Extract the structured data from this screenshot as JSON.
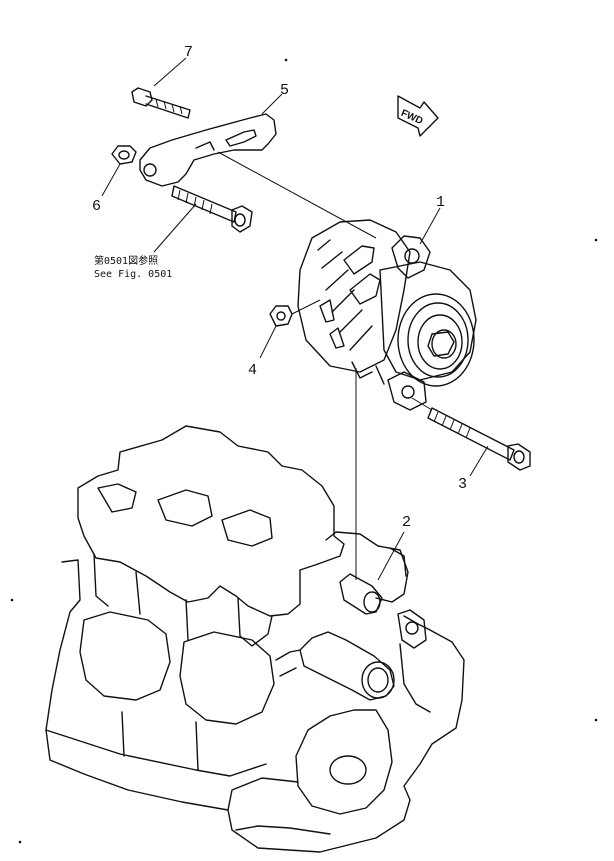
{
  "callouts": {
    "c1": "1",
    "c2": "2",
    "c3": "3",
    "c4": "4",
    "c5": "5",
    "c6": "6",
    "c7": "7"
  },
  "reference_note": {
    "line1": "第0501図参照",
    "line2": "See Fig. 0501"
  },
  "direction_arrow": {
    "label": "FWD",
    "icon": "forward-arrow-icon"
  }
}
